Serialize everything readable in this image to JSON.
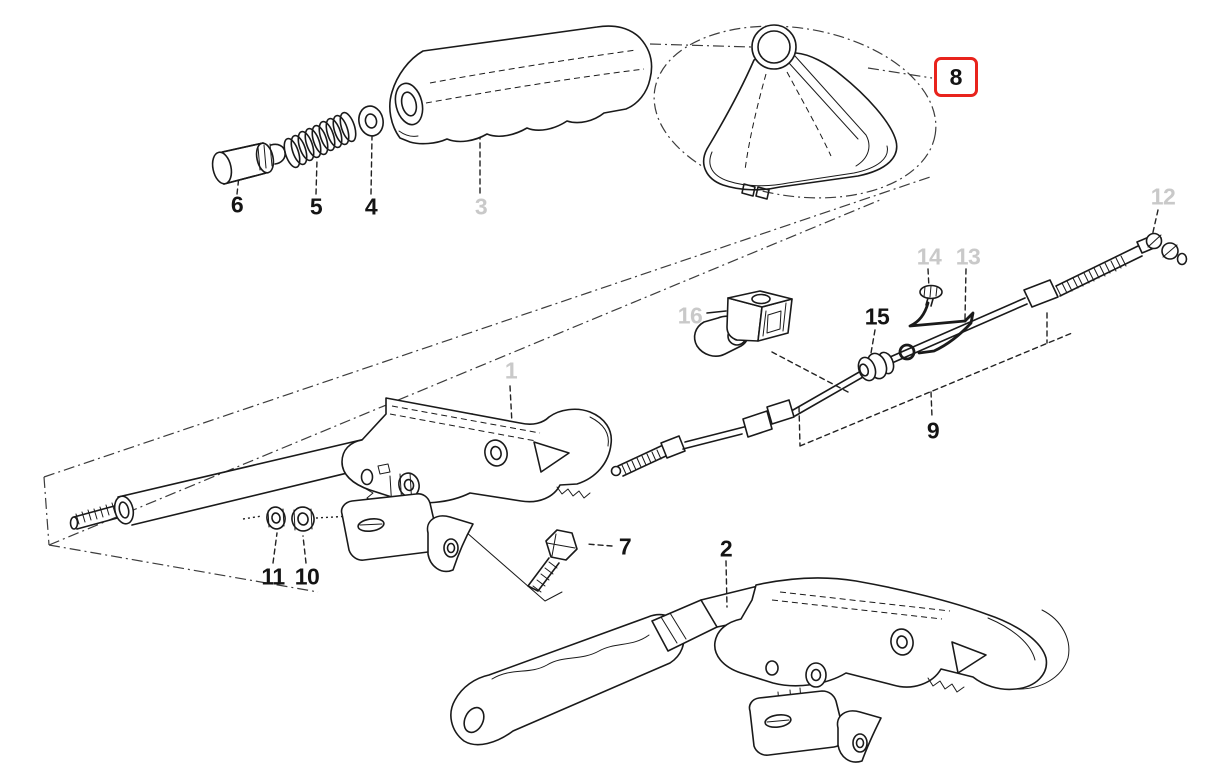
{
  "figure": {
    "kind": "exploded-parts-diagram",
    "subject": "Handbrake lever with numbered part callouts",
    "background_color": "#ffffff",
    "ink_color": "#1a1a1a",
    "label_color": "#141414",
    "dimmed_label_color": "#c9c9c9",
    "highlight": {
      "part": "8",
      "box_color": "#e8231c"
    },
    "parts": {
      "p1": {
        "text": "1",
        "dimmed": true,
        "depicts": "handbrake-lever-body"
      },
      "p2": {
        "text": "2",
        "dimmed": false,
        "depicts": "handbrake-lever-assembly"
      },
      "p3": {
        "text": "3",
        "dimmed": true,
        "depicts": "lever-grip-handle"
      },
      "p4": {
        "text": "4",
        "dimmed": false,
        "depicts": "washer"
      },
      "p5": {
        "text": "5",
        "dimmed": false,
        "depicts": "pressure-spring"
      },
      "p6": {
        "text": "6",
        "dimmed": false,
        "depicts": "push-button"
      },
      "p7": {
        "text": "7",
        "dimmed": false,
        "depicts": "hex-bolt"
      },
      "p8": {
        "text": "8",
        "dimmed": false,
        "depicts": "gaiter-boot",
        "highlighted": true
      },
      "p9": {
        "text": "9",
        "dimmed": false,
        "depicts": "bowden-cable"
      },
      "p10": {
        "text": "10",
        "dimmed": false,
        "depicts": "nut"
      },
      "p11": {
        "text": "11",
        "dimmed": false,
        "depicts": "nut"
      },
      "p12": {
        "text": "12",
        "dimmed": true,
        "depicts": "cable-clip"
      },
      "p13": {
        "text": "13",
        "dimmed": true,
        "depicts": "connecting-rod"
      },
      "p14": {
        "text": "14",
        "dimmed": true,
        "depicts": "cap-nut"
      },
      "p15": {
        "text": "15",
        "dimmed": false,
        "depicts": "grommet"
      },
      "p16": {
        "text": "16",
        "dimmed": true,
        "depicts": "cable-holder-bracket"
      }
    }
  }
}
